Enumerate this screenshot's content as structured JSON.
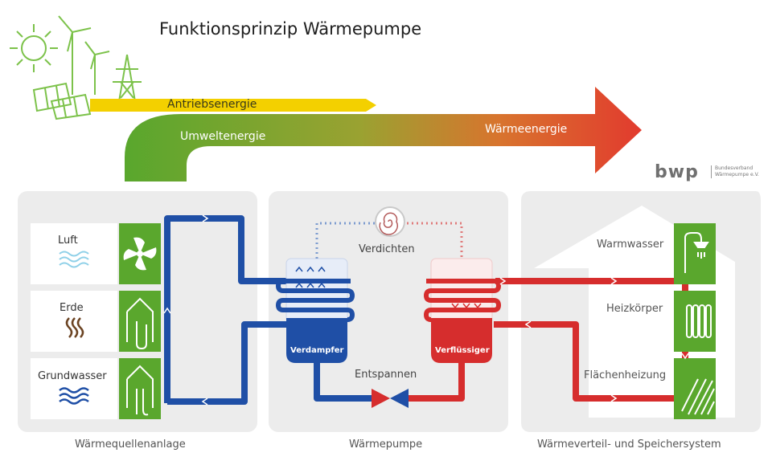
{
  "title": "Funktionsprinzip Wärmepumpe",
  "energy_flow": {
    "drive_energy": "Antriebsenergie",
    "environmental_energy": "Umweltenergie",
    "heat_energy": "Wärmeenergie"
  },
  "logo": {
    "text": "bwp",
    "line1": "Bundesverband",
    "line2": "Wärmepumpe e.V."
  },
  "panels": {
    "sources": "Wärmequellenanlage",
    "heat_pump": "Wärmepumpe",
    "distribution": "Wärmeverteil- und Speichersystem"
  },
  "heat_sources": [
    "Luft",
    "Erde",
    "Grundwasser"
  ],
  "cycle": {
    "compress": "Verdichten",
    "expand": "Entspannen",
    "evaporator": "Verdampfer",
    "condenser": "Verflüssiger"
  },
  "distribution": [
    "Warmwasser",
    "Heizkörper",
    "Flächenheizung"
  ],
  "colors": {
    "green": "#5aa72d",
    "yellow": "#f3d000",
    "red": "#d62d2d",
    "blue": "#1f4fa6",
    "panel": "#ececec"
  }
}
